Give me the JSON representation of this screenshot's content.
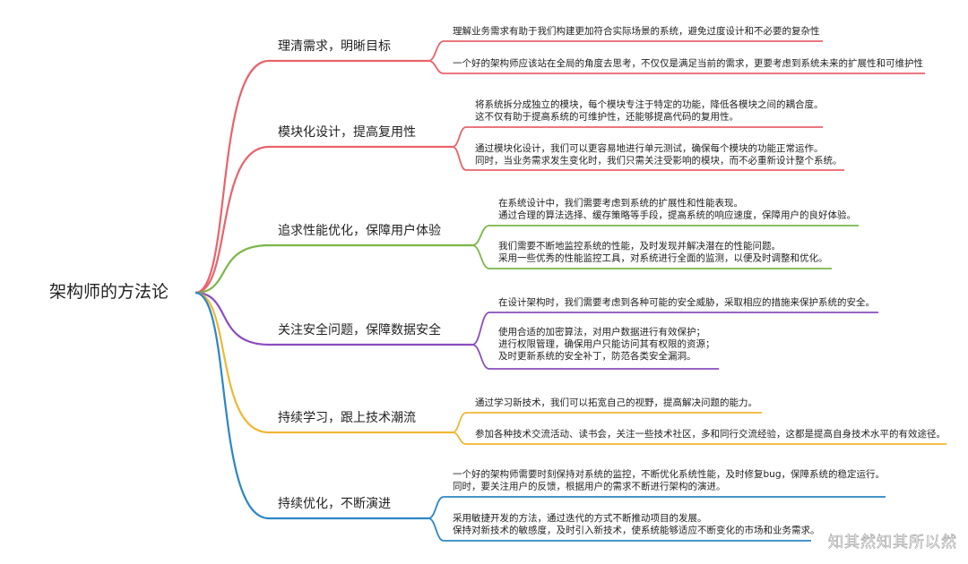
{
  "root": {
    "label": "架构师的方法论"
  },
  "branches": [
    {
      "label": "理清需求，明晰目标",
      "color": "#e8636b",
      "leaves": [
        {
          "lines": [
            "理解业务需求有助于我们构建更加符合实际场景的系统，避免过度设计和不必要的复杂性"
          ]
        },
        {
          "lines": [
            "一个好的架构师应该站在全局的角度去思考，不仅仅是满足当前的需求，更要考虑到系统未来的扩展性和可维护性"
          ]
        }
      ]
    },
    {
      "label": "模块化设计，提高复用性",
      "color": "#e8636b",
      "leaves": [
        {
          "lines": [
            "将系统拆分成独立的模块，每个模块专注于特定的功能，降低各模块之间的耦合度。",
            "这不仅有助于提高系统的可维护性，还能够提高代码的复用性。"
          ]
        },
        {
          "lines": [
            "通过模块化设计，我们可以更容易地进行单元测试，确保每个模块的功能正常运作。",
            "同时，当业务需求发生变化时，我们只需关注受影响的模块，而不必重新设计整个系统。"
          ]
        }
      ]
    },
    {
      "label": "追求性能优化，保障用户体验",
      "color": "#7ab648",
      "leaves": [
        {
          "lines": [
            "在系统设计中，我们需要考虑到系统的扩展性和性能表现。",
            "通过合理的算法选择、缓存策略等手段，提高系统的响应速度，保障用户的良好体验。"
          ]
        },
        {
          "lines": [
            "我们需要不断地监控系统的性能，及时发现并解决潜在的性能问题。",
            "采用一些优秀的性能监控工具，对系统进行全面的监测，以便及时调整和优化。"
          ]
        }
      ]
    },
    {
      "label": "关注安全问题，保障数据安全",
      "color": "#8a4dbf",
      "leaves": [
        {
          "lines": [
            "在设计架构时，我们需要考虑到各种可能的安全威胁，采取相应的措施来保护系统的安全。"
          ]
        },
        {
          "lines": [
            "使用合适的加密算法，对用户数据进行有效保护；",
            "进行权限管理，确保用户只能访问其有权限的资源；",
            "及时更新系统的安全补丁，防范各类安全漏洞。"
          ]
        }
      ]
    },
    {
      "label": "持续学习，跟上技术潮流",
      "color": "#f2b632",
      "leaves": [
        {
          "lines": [
            "通过学习新技术，我们可以拓宽自己的视野，提高解决问题的能力。"
          ]
        },
        {
          "lines": [
            "参加各种技术交流活动、读书会，关注一些技术社区，多和同行交流经验，这都是提高自身技术水平的有效途径。"
          ]
        }
      ]
    },
    {
      "label": "持续优化，不断演进",
      "color": "#2b86c5",
      "leaves": [
        {
          "lines": [
            "一个好的架构师需要时刻保持对系统的监控，不断优化系统性能，及时修复bug，保障系统的稳定运行。",
            "同时，要关注用户的反馈，根据用户的需求不断进行架构的演进。"
          ]
        },
        {
          "lines": [
            "采用敏捷开发的方法，通过迭代的方式不断推动项目的发展。",
            "保持对新技术的敏感度，及时引入新技术，使系统能够适应不断变化的市场和业务需求。"
          ]
        }
      ]
    }
  ],
  "watermark": "知其然知其所以然"
}
